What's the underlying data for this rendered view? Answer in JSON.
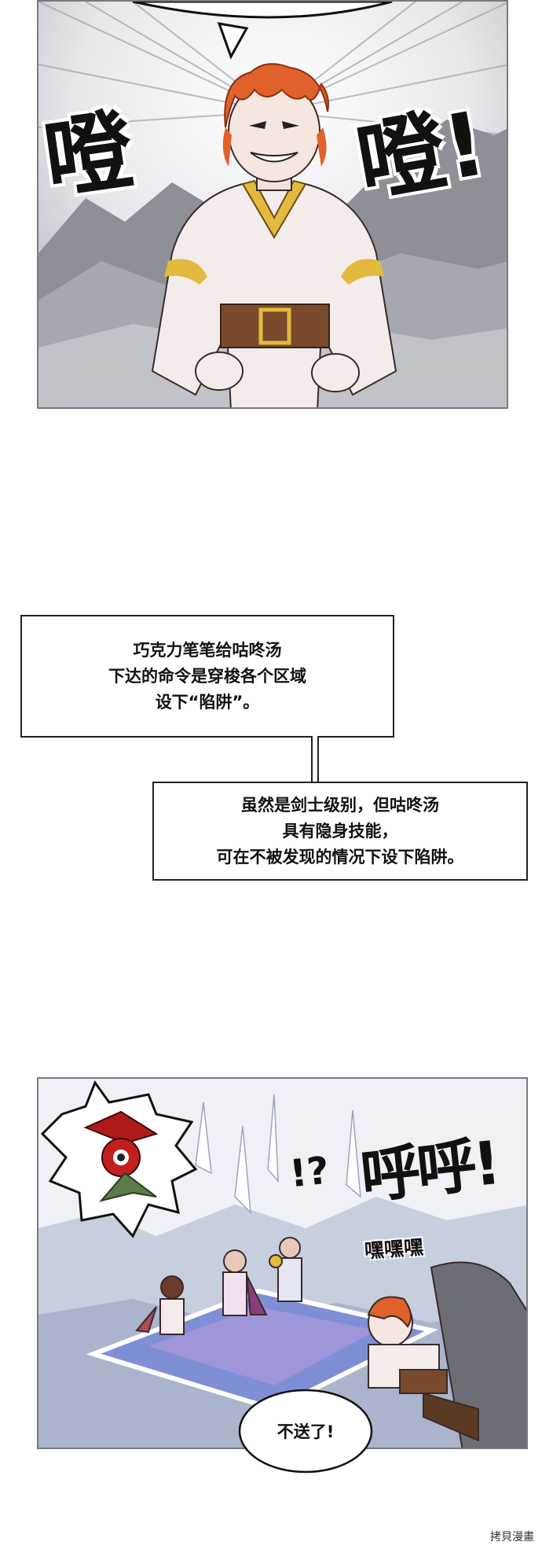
{
  "panel1": {
    "sfx_left": "噔",
    "sfx_right": "噔!"
  },
  "narration": [
    {
      "lines": [
        "巧克力笔笔给咕咚汤",
        "下达的命令是穿梭各个区域",
        "设下“陷阱”。"
      ]
    },
    {
      "lines": [
        "虽然是剑士级别，但咕咚汤",
        "具有隐身技能，",
        "可在不被发现的情况下设下陷阱。"
      ]
    }
  ],
  "panel2": {
    "sfx_question": "!?",
    "sfx_huhu": "呼呼!",
    "sfx_heihei": "嘿嘿嘿",
    "speech": "不送了!"
  },
  "watermark": "拷貝漫畫",
  "colors": {
    "hair": "#e0612a",
    "shirt": "#f3ecea",
    "belt": "#7a4a2c",
    "gold": "#e3b93e",
    "mountain": "#8d9096",
    "floor": "#7f8fd6",
    "hat_red": "#b01a1a"
  }
}
